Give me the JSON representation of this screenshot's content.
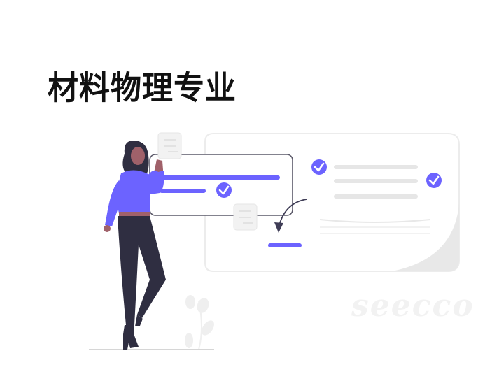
{
  "title": "材料物理专业",
  "watermark": "seecco",
  "colors": {
    "accent": "#6c63ff",
    "dark": "#2f2e41",
    "skin": "#a0616a",
    "light_gray": "#e6e6e6",
    "card_border": "#3f3d56"
  },
  "illustration": {
    "description": "Woman holding a note next to checklist cards with check marks and a curved arrow",
    "icons": [
      "check-circle-icon",
      "check-circle-icon",
      "check-circle-icon",
      "note-icon",
      "note-icon",
      "curved-arrow-icon",
      "plant-icon"
    ]
  }
}
